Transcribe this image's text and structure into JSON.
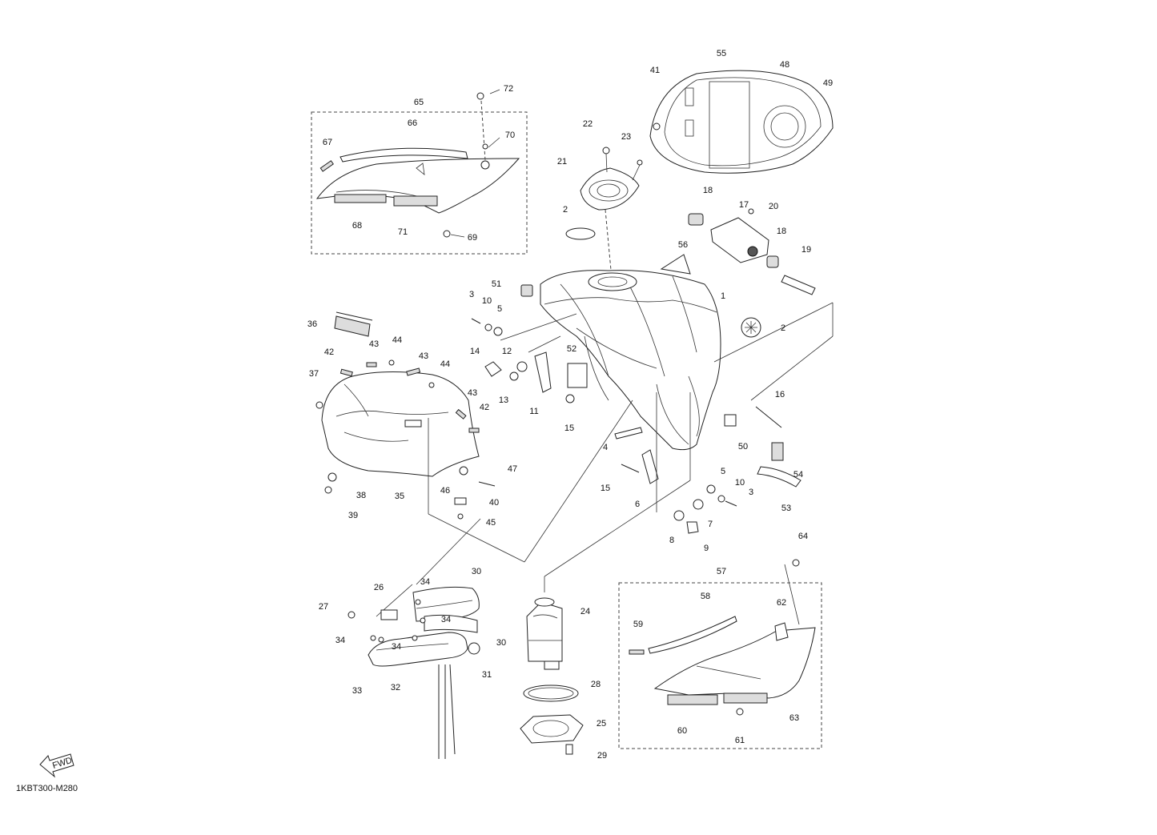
{
  "diagram_code": "1KBT300-M280",
  "fwd_label": "FWD",
  "callouts": [
    "1",
    "2",
    "3",
    "4",
    "5",
    "6",
    "7",
    "8",
    "9",
    "10",
    "11",
    "12",
    "13",
    "14",
    "15",
    "16",
    "17",
    "18",
    "19",
    "20",
    "21",
    "22",
    "23",
    "24",
    "25",
    "26",
    "27",
    "28",
    "29",
    "30",
    "31",
    "32",
    "33",
    "34",
    "35",
    "36",
    "37",
    "38",
    "39",
    "40",
    "41",
    "42",
    "43",
    "44",
    "45",
    "46",
    "47",
    "48",
    "49",
    "50",
    "51",
    "52",
    "53",
    "54",
    "55",
    "56",
    "57",
    "58",
    "59",
    "60",
    "61",
    "62",
    "63",
    "64",
    "65",
    "66",
    "67",
    "68",
    "69",
    "70",
    "71",
    "72"
  ]
}
